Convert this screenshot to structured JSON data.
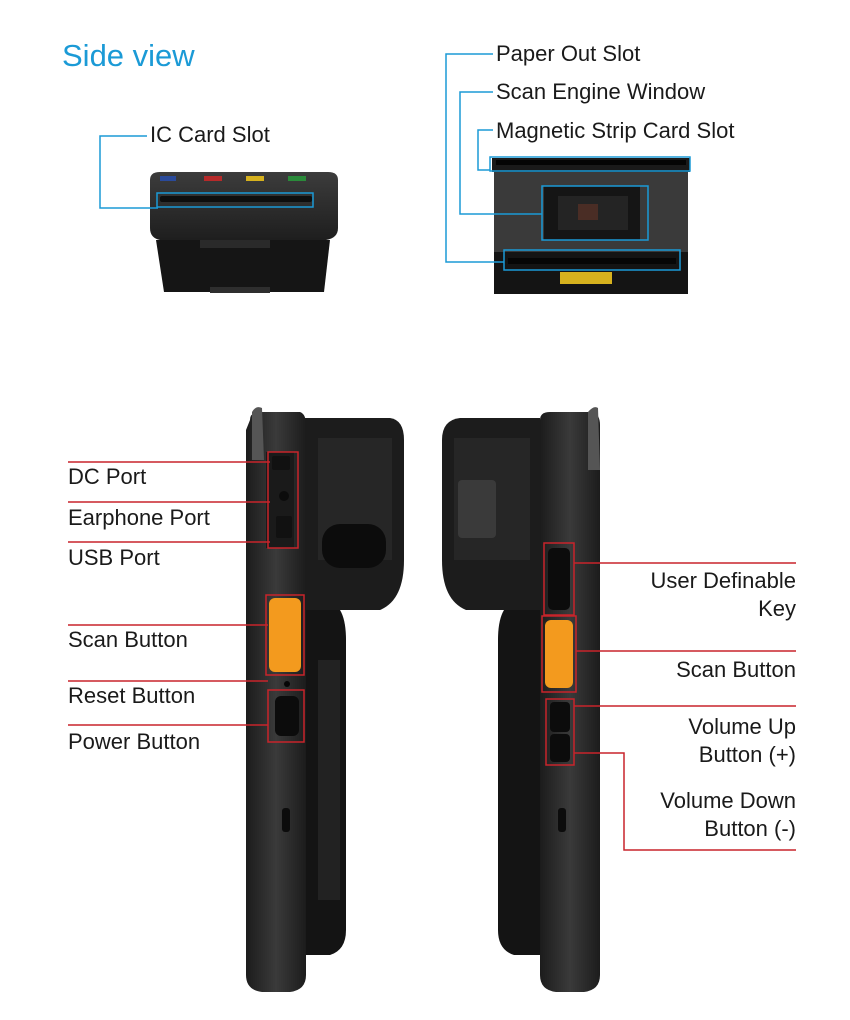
{
  "heading": "Side view",
  "colors": {
    "heading": "#1b9ad6",
    "callout_top": "#1b9ad6",
    "callout_bottom": "#c8242b",
    "button_orange": "#f39a1e",
    "device_body": "#2b2b2b"
  },
  "top_callouts": {
    "ic_card_slot": "IC Card Slot",
    "paper_out_slot": "Paper Out Slot",
    "scan_engine_window": "Scan Engine Window",
    "magnetic_strip_card_slot": "Magnetic Strip Card Slot"
  },
  "left_callouts": {
    "dc_port": "DC Port",
    "earphone_port": "Earphone Port",
    "usb_port": "USB Port",
    "scan_button": "Scan Button",
    "reset_button": "Reset Button",
    "power_button": "Power Button"
  },
  "right_callouts": {
    "user_definable_key_line1": "User Definable",
    "user_definable_key_line2": "Key",
    "scan_button": "Scan Button",
    "volume_up_line1": "Volume Up",
    "volume_up_line2": "Button (+)",
    "volume_down_line1": "Volume Down",
    "volume_down_line2": "Button (-)"
  }
}
